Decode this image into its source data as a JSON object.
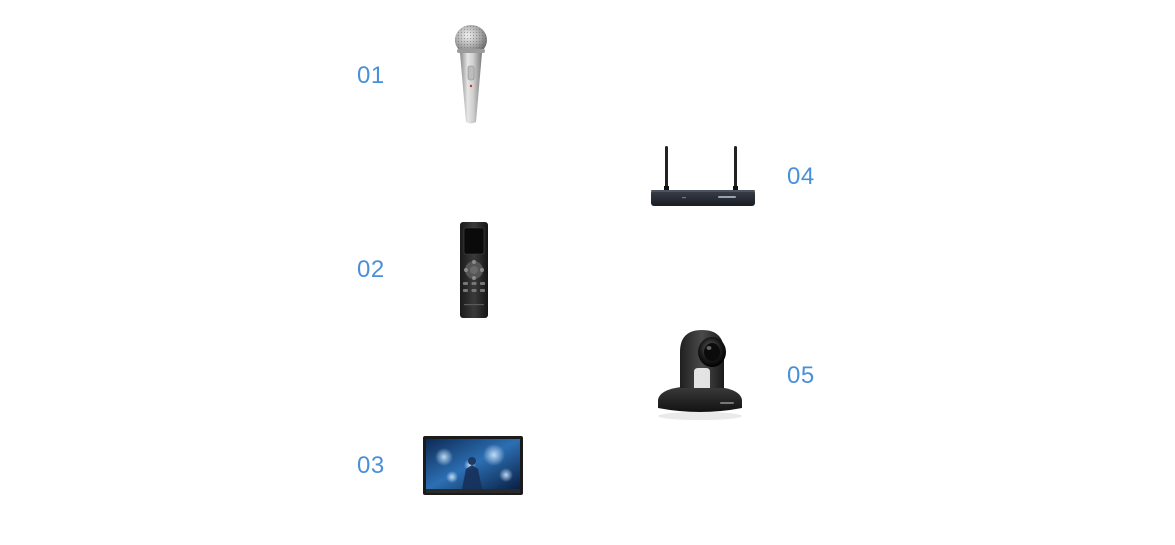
{
  "items": [
    {
      "number": "01",
      "icon": "handheld-microphone-icon"
    },
    {
      "number": "02",
      "icon": "recorder-remote-icon"
    },
    {
      "number": "03",
      "icon": "interactive-display-icon"
    },
    {
      "number": "04",
      "icon": "wireless-receiver-icon"
    },
    {
      "number": "05",
      "icon": "ptz-camera-icon"
    }
  ],
  "colors": {
    "number_text": "#4a90d9",
    "background": "#ffffff"
  }
}
